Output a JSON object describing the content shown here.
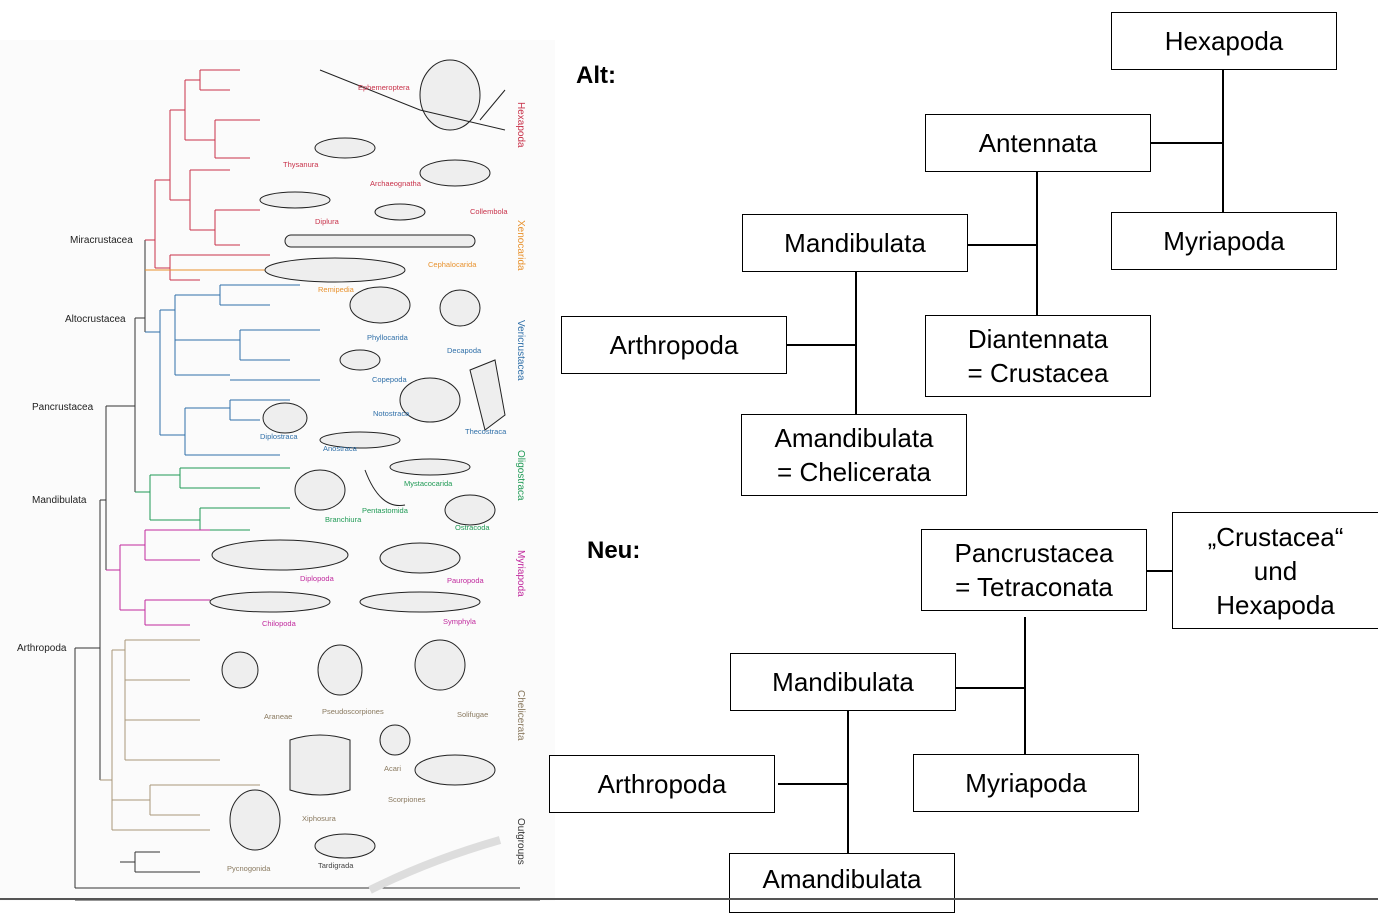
{
  "tree": {
    "nodes": {
      "miracrustacea": "Miracrustacea",
      "altocrustacea": "Altocrustacea",
      "pancrustacea": "Pancrustacea",
      "mandibulata": "Mandibulata",
      "arthropoda": "Arthropoda"
    },
    "groups": {
      "hexapoda": "Hexapoda",
      "xenocarida": "Xenocarida",
      "vericrustacea": "Vericrustacea",
      "oligostraca": "Oligostraca",
      "myriapoda": "Myriapoda",
      "chelicerata": "Chelicerata",
      "outgroups": "Outgroups"
    },
    "taxa": {
      "ephemeroptera": "Ephemeroptera",
      "thysanura": "Thysanura",
      "archaeognatha": "Archaeognatha",
      "collembola": "Collembola",
      "diplura": "Diplura",
      "cephalocarida": "Cephalocarida",
      "remipedia": "Remipedia",
      "phyllocarida": "Phyllocarida",
      "decapoda": "Decapoda",
      "copepoda": "Copepoda",
      "notostraca": "Notostraca",
      "diplostraca": "Diplostraca",
      "anostraca": "Anostraca",
      "thecostraca": "Thecostraca",
      "mystacocarida": "Mystacocarida",
      "pentastomida": "Pentastomida",
      "branchiura": "Branchiura",
      "ostracoda": "Ostracoda",
      "diplopoda": "Diplopoda",
      "pauropoda": "Pauropoda",
      "chilopoda": "Chilopoda",
      "symphyla": "Symphyla",
      "araneae": "Araneae",
      "pseudoscorpiones": "Pseudoscorpiones",
      "solifugae": "Solifugae",
      "acari": "Acari",
      "scorpiones": "Scorpiones",
      "xiphosura": "Xiphosura",
      "pycnogonida": "Pycnogonida",
      "tardigrada": "Tardigrada"
    },
    "colors": {
      "hexapoda": "#c8324a",
      "xenocarida": "#e8922e",
      "vericrustacea": "#2f6fa8",
      "oligostraca": "#1f9a55",
      "myriapoda": "#c12a9e",
      "chelicerata": "#a8977a",
      "backbone": "#333333"
    }
  },
  "alt": {
    "heading": "Alt:",
    "hexapoda": "Hexapoda",
    "antennata": "Antennata",
    "myriapoda": "Myriapoda",
    "mandibulata": "Mandibulata",
    "arthropoda": "Arthropoda",
    "diantennata_l1": "Diantennata",
    "diantennata_l2": "= Crustacea",
    "amandibulata_l1": "Amandibulata",
    "amandibulata_l2": "= Chelicerata"
  },
  "neu": {
    "heading": "Neu:",
    "pancrustacea_l1": "Pancrustacea",
    "pancrustacea_l2": "= Tetraconata",
    "crustacea_l1": "„Crustacea“",
    "crustacea_l2": "und",
    "crustacea_l3": "Hexapoda",
    "mandibulata": "Mandibulata",
    "myriapoda": "Myriapoda",
    "arthropoda": "Arthropoda",
    "amandibulata": "Amandibulata"
  }
}
